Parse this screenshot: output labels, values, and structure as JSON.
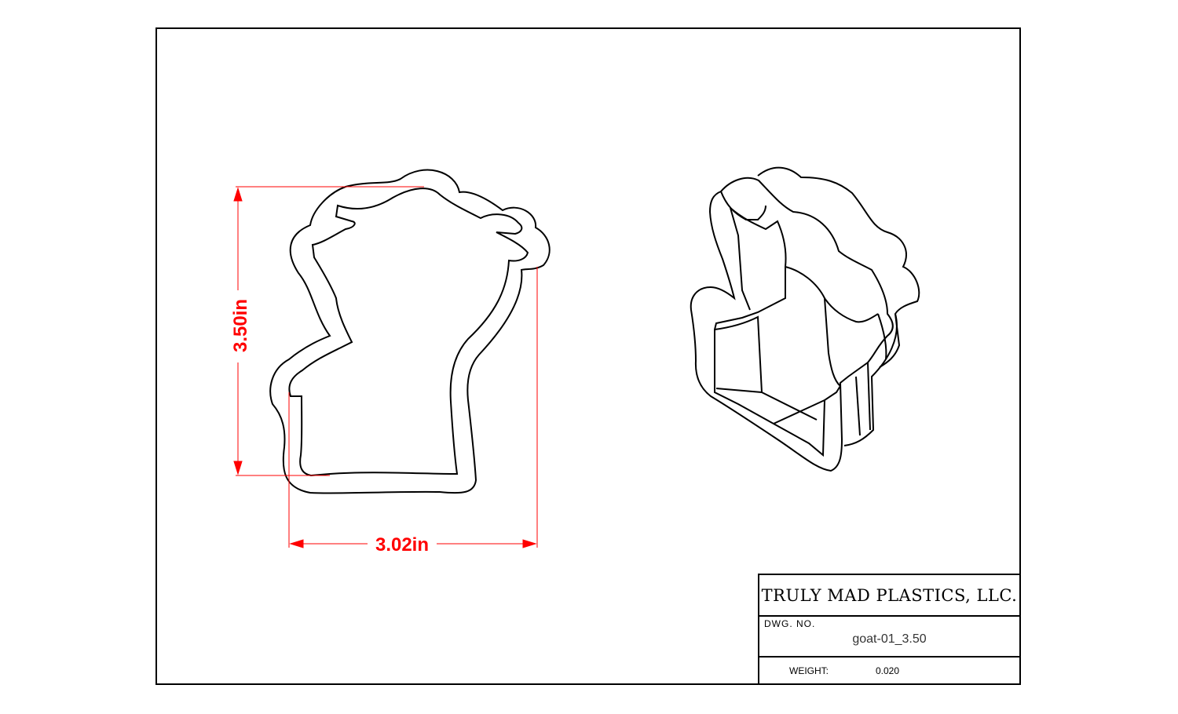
{
  "dimensions": {
    "height_label": "3.50in",
    "width_label": "3.02in",
    "color": "#ff0000"
  },
  "title_block": {
    "company": "TRULY MAD PLASTICS, LLC.",
    "dwg_no_label": "DWG. NO.",
    "dwg_no_value": "goat-01_3.50",
    "weight_label": "WEIGHT:",
    "weight_value": "0.020"
  }
}
